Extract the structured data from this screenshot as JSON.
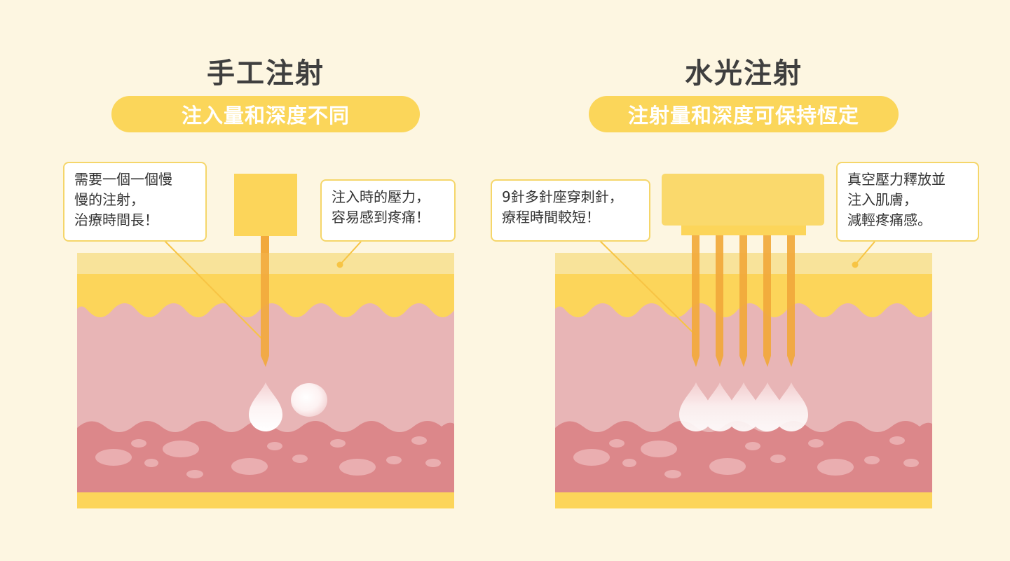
{
  "left_panel": {
    "title": "手工注射",
    "subtitle": "注入量和深度不同",
    "callout_left": [
      "需要一個一個慢",
      "慢的注射，",
      "治療時間長！"
    ],
    "callout_right": [
      "注入時的壓力，",
      "容易感到疼痛！"
    ]
  },
  "right_panel": {
    "title": "水光注射",
    "subtitle": "注射量和深度可保持恆定",
    "callout_left": [
      "9針多針座穿刺針，",
      "療程時間較短！"
    ],
    "callout_right": [
      "真空壓力釋放並",
      "注入肌膚，",
      "減輕疼痛感。"
    ]
  },
  "colors": {
    "background": "#fdf6e1",
    "accent_yellow": "#fbd65a",
    "needle_orange": "#f2a93b",
    "skin_pink": "#e8b5b6",
    "deep_skin": "#dc878a",
    "fat_spots": "#eaaeb0"
  }
}
